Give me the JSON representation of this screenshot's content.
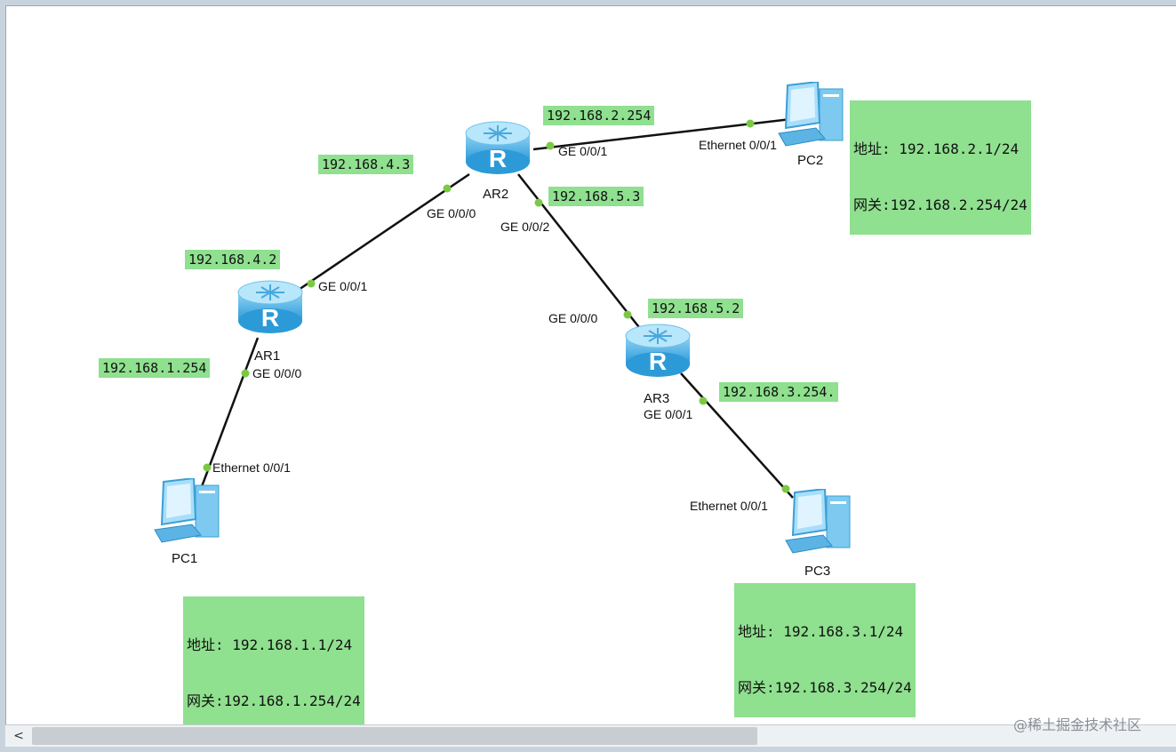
{
  "devices": {
    "ar1": {
      "label": "AR1",
      "glyph": "R"
    },
    "ar2": {
      "label": "AR2",
      "glyph": "R"
    },
    "ar3": {
      "label": "AR3",
      "glyph": "R"
    },
    "pc1": {
      "label": "PC1"
    },
    "pc2": {
      "label": "PC2"
    },
    "pc3": {
      "label": "PC3"
    }
  },
  "ip_labels": {
    "ar2_g001": "192.168.2.254",
    "ar2_g000": "192.168.4.3",
    "ar2_g002": "192.168.5.3",
    "ar1_g001": "192.168.4.2",
    "ar1_g000": "192.168.1.254",
    "ar3_g000": "192.168.5.2",
    "ar3_g001": "192.168.3.254."
  },
  "pc_config": {
    "pc1": {
      "address": "地址: 192.168.1.1/24",
      "gateway": "网关:192.168.1.254/24"
    },
    "pc2": {
      "address": "地址: 192.168.2.1/24",
      "gateway": "网关:192.168.2.254/24"
    },
    "pc3": {
      "address": "地址: 192.168.3.1/24",
      "gateway": "网关:192.168.3.254/24"
    }
  },
  "ports": {
    "ar2_g001": "GE 0/0/1",
    "pc2_eth": "Ethernet 0/0/1",
    "ar2_g000": "GE 0/0/0",
    "ar2_g002": "GE 0/0/2",
    "ar1_g001": "GE 0/0/1",
    "ar1_g000": "GE 0/0/0",
    "pc1_eth": "Ethernet 0/0/1",
    "ar3_g000": "GE 0/0/0",
    "ar3_g001": "GE 0/0/1",
    "pc3_eth": "Ethernet 0/0/1"
  },
  "scrollbar": {
    "left_arrow": "<"
  },
  "watermark": "@稀土掘金技术社区",
  "colors": {
    "label_bg": "#8fe08f",
    "router_body": "#5cb8e8",
    "port_dot": "#7ac943",
    "link": "#111111"
  }
}
